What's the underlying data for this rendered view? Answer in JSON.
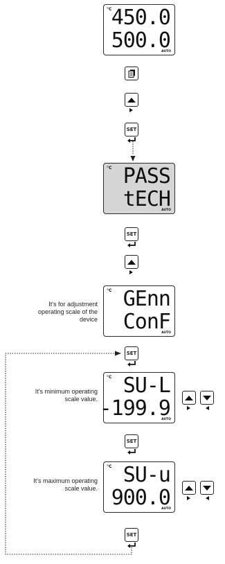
{
  "screens": [
    {
      "unit": "°C",
      "line1": "450.0",
      "line2": "500.0",
      "auto": "AUTO"
    },
    {
      "unit": "°C",
      "line1": "PASS",
      "line2": "tECH",
      "auto": "AUTO"
    },
    {
      "unit": "°C",
      "line1": "GEnn",
      "line2": "ConF",
      "auto": "AUTO"
    },
    {
      "unit": "°C",
      "line1": "SU-L",
      "line2": "-199.9",
      "auto": "AUTO"
    },
    {
      "unit": "°C",
      "line1": "SU-u",
      "line2": "900.0",
      "auto": "AUTO"
    }
  ],
  "buttons": {
    "set_label": "SET"
  },
  "notes": {
    "conf": "It's for adjustment operating scale of the device",
    "min": "It's minimum operating scale value.",
    "max": "It's maximum operating scale value."
  },
  "icons": {
    "page": "pages-icon",
    "up": "up-arrow-icon",
    "down": "down-arrow-icon",
    "enter": "enter-arrow-icon"
  }
}
